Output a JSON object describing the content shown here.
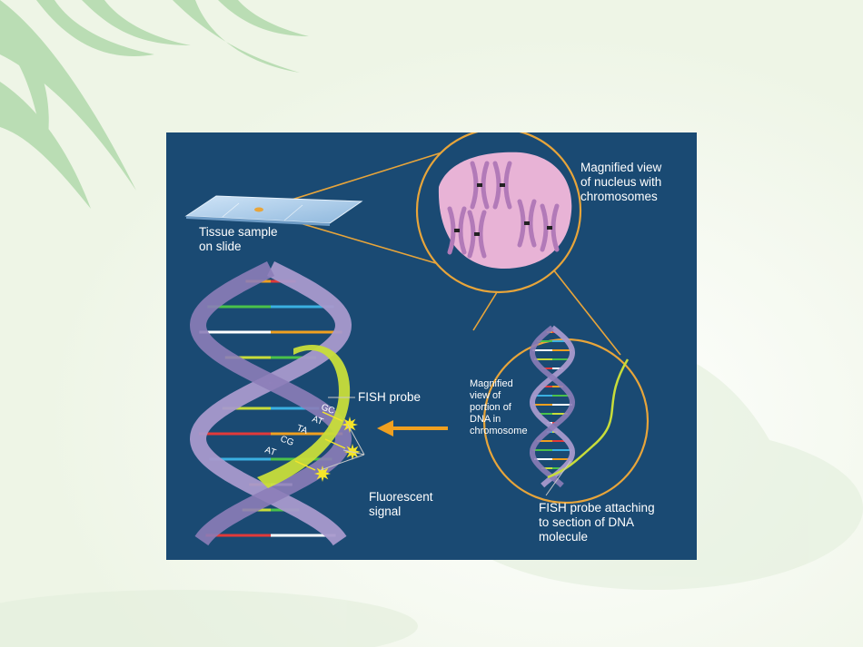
{
  "labels": {
    "tissue_sample": "Tissue sample\non slide",
    "magnified_nucleus": "Magnified view\nof nucleus with\nchromosomes",
    "magnified_dna": "Magnified\nview of\nportion of\nDNA in\nchromosome",
    "fish_probe": "FISH probe",
    "fluorescent_signal": "Fluorescent\nsignal",
    "fish_probe_attaching": "FISH probe attaching\nto section of DNA\nmolecule"
  },
  "base_pairs": [
    "GC",
    "AT",
    "TA",
    "CG",
    "AT"
  ],
  "colors": {
    "panel": "#1a4a73",
    "nucleus": "#e8b3d6",
    "chromosome": "#b27ab8",
    "strand": "#a899cc",
    "probe": "#c8dd3a",
    "outline": "#e8a53a",
    "arrow": "#f0a020",
    "signal": "#f5e52a"
  }
}
